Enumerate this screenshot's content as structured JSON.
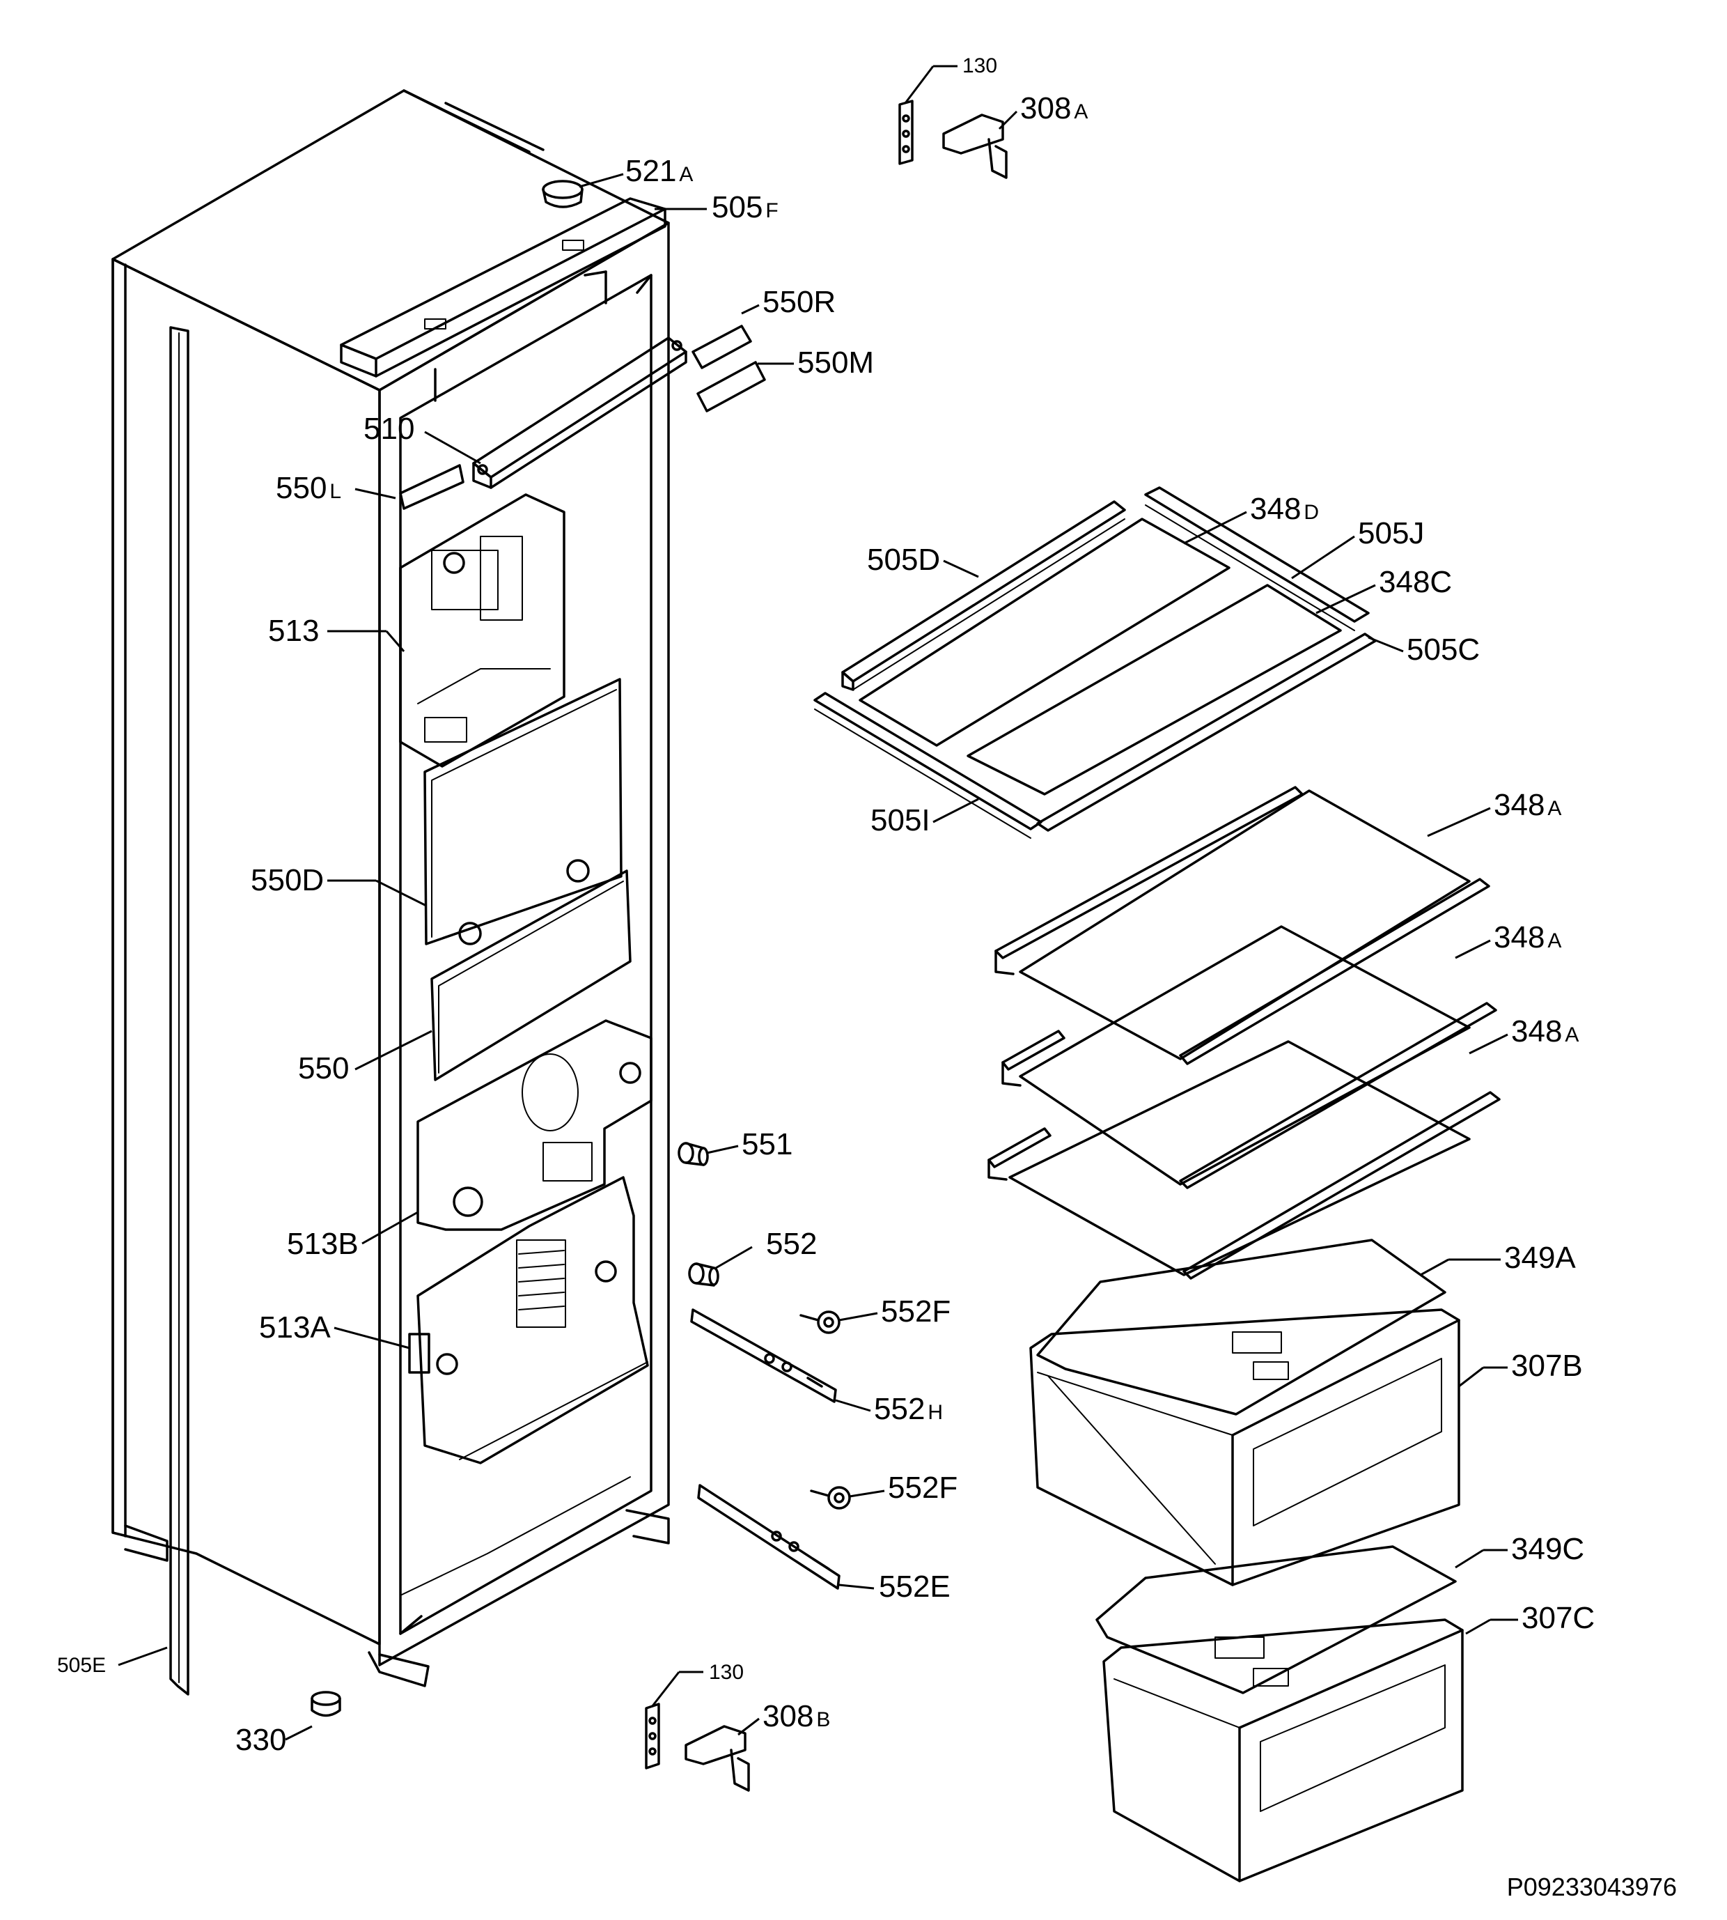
{
  "doc_id": "P09233043976",
  "labels": [
    {
      "id": "130-top",
      "num": "130",
      "sfx": ""
    },
    {
      "id": "308A",
      "num": "308",
      "sfx": "A"
    },
    {
      "id": "521A",
      "num": "521",
      "sfx": "A"
    },
    {
      "id": "505F",
      "num": "505",
      "sfx": "F"
    },
    {
      "id": "550R",
      "num": "550",
      "sfx": "R"
    },
    {
      "id": "550M",
      "num": "550",
      "sfx": "M"
    },
    {
      "id": "510",
      "num": "510",
      "sfx": ""
    },
    {
      "id": "550L",
      "num": "550",
      "sfx": "L"
    },
    {
      "id": "513",
      "num": "513",
      "sfx": ""
    },
    {
      "id": "550D",
      "num": "550",
      "sfx": "D"
    },
    {
      "id": "550",
      "num": "550",
      "sfx": ""
    },
    {
      "id": "513B",
      "num": "513",
      "sfx": "B"
    },
    {
      "id": "513A",
      "num": "513",
      "sfx": "A"
    },
    {
      "id": "505E",
      "num": "505",
      "sfx": "E"
    },
    {
      "id": "330",
      "num": "330",
      "sfx": ""
    },
    {
      "id": "130-bottom",
      "num": "130",
      "sfx": ""
    },
    {
      "id": "308B",
      "num": "308",
      "sfx": "B"
    },
    {
      "id": "551",
      "num": "551",
      "sfx": ""
    },
    {
      "id": "552",
      "num": "552",
      "sfx": ""
    },
    {
      "id": "552F-top",
      "num": "552",
      "sfx": "F"
    },
    {
      "id": "552H",
      "num": "552",
      "sfx": "H"
    },
    {
      "id": "552F-bottom",
      "num": "552",
      "sfx": "F"
    },
    {
      "id": "552E",
      "num": "552",
      "sfx": "E"
    },
    {
      "id": "348D",
      "num": "348",
      "sfx": "D"
    },
    {
      "id": "505J",
      "num": "505",
      "sfx": "J"
    },
    {
      "id": "505D",
      "num": "505",
      "sfx": "D"
    },
    {
      "id": "348C",
      "num": "348",
      "sfx": "C"
    },
    {
      "id": "505C",
      "num": "505",
      "sfx": "C"
    },
    {
      "id": "505I",
      "num": "505",
      "sfx": "I"
    },
    {
      "id": "348A-1",
      "num": "348",
      "sfx": "A"
    },
    {
      "id": "348A-2",
      "num": "348",
      "sfx": "A"
    },
    {
      "id": "348A-3",
      "num": "348",
      "sfx": "A"
    },
    {
      "id": "349A",
      "num": "349",
      "sfx": "A"
    },
    {
      "id": "307B",
      "num": "307",
      "sfx": "B"
    },
    {
      "id": "349C",
      "num": "349",
      "sfx": "C"
    },
    {
      "id": "307C",
      "num": "307",
      "sfx": "C"
    }
  ]
}
